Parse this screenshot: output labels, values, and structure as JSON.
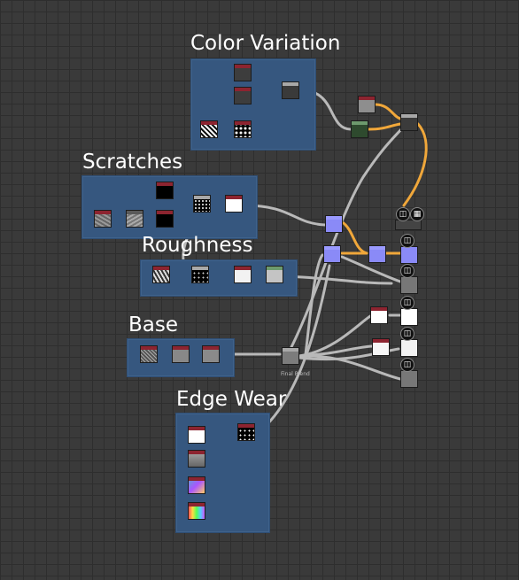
{
  "canvas": {
    "background": "#3a3a3a",
    "grid": "#2e2e2e"
  },
  "frames": {
    "color_variation": {
      "title": "Color Variation"
    },
    "scratches": {
      "title": "Scratches"
    },
    "roughness": {
      "title": "Roughness"
    },
    "base": {
      "title": "Base"
    },
    "edge_wear": {
      "title": "Edge Wear"
    }
  },
  "nodes": {
    "final_blend": {
      "label": "Final Blend"
    }
  },
  "icons": {
    "output": "cube-output-icon",
    "output_checker": "checker-output-icon"
  },
  "colors": {
    "frame_blue": "#36577f",
    "wire_grey": "#b9b9b9",
    "wire_orange": "#f0a73a",
    "header_red": "#8d2430",
    "blend_node_blue": "#8a8af7"
  }
}
